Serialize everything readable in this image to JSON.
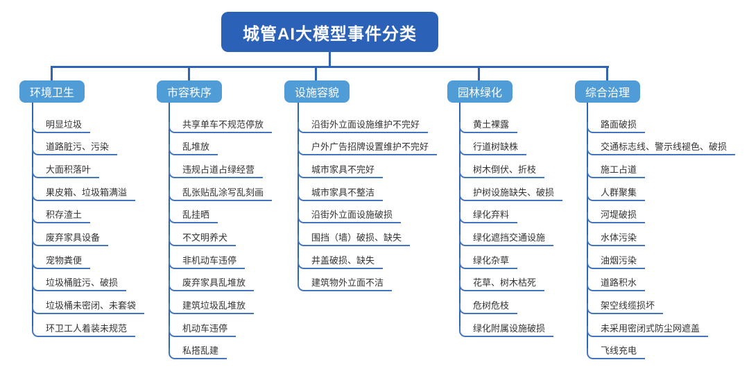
{
  "title": "城管AI大模型事件分类",
  "colors": {
    "title_bg": "#2B62B7",
    "category_bg": "#4F9CD6",
    "connector_line": "#2E63B5",
    "branch_line": "#4374C0",
    "item_text": "#333333"
  },
  "columns": [
    {
      "label": "环境卫生",
      "items": [
        "明显垃圾",
        "道路脏污、污染",
        "大面积落叶",
        "果皮箱、垃圾箱满溢",
        "积存渣土",
        "废弃家具设备",
        "宠物粪便",
        "垃圾桶脏污、破损",
        "垃圾桶未密闭、未套袋",
        "环卫工人着装未规范"
      ]
    },
    {
      "label": "市容秩序",
      "items": [
        "共享单车不规范停放",
        "乱堆放",
        "违规占道占绿经营",
        "乱张贴乱涂写乱刻画",
        "乱挂晒",
        "不文明养犬",
        "非机动车违停",
        "废弃家具乱堆放",
        "建筑垃圾乱堆放",
        "机动车违停",
        "私搭乱建"
      ]
    },
    {
      "label": "设施容貌",
      "items": [
        "沿街外立面设施维护不完好",
        "户外广告招牌设置维护不完好",
        "城市家具不完好",
        "城市家具不整洁",
        "沿街外立面设施破损",
        "围挡（墙）破损、缺失",
        "井盖破损、缺失",
        "建筑物外立面不洁"
      ]
    },
    {
      "label": "园林绿化",
      "items": [
        "黄土裸露",
        "行道树缺株",
        "树木倒伏、折枝",
        "护树设施缺失、破损",
        "绿化弃料",
        "绿化遮挡交通设施",
        "绿化杂草",
        "花草、树木枯死",
        "危树危枝",
        "绿化附属设施破损"
      ]
    },
    {
      "label": "综合治理",
      "items": [
        "路面破损",
        "交通标志线、警示线褪色、破损",
        "施工占道",
        "人群聚集",
        "河堤破损",
        "水体污染",
        "油烟污染",
        "道路积水",
        "架空线缆损坏",
        "未采用密闭式防尘网遮盖",
        "飞线充电"
      ]
    }
  ]
}
